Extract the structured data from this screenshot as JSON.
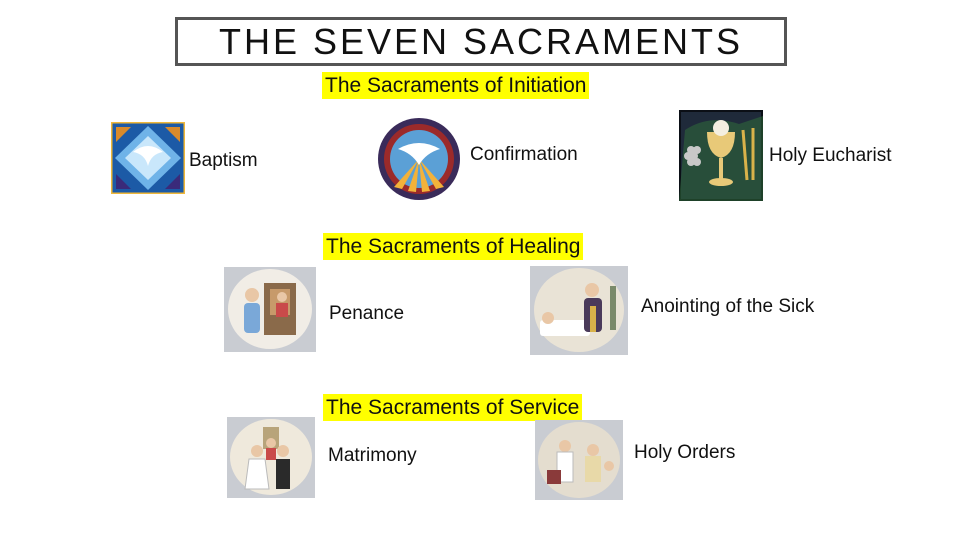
{
  "title": "THE SEVEN SACRAMENTS",
  "sections": {
    "initiation": "The Sacraments of Initiation",
    "healing": "The Sacraments of Healing",
    "service": "The Sacraments of Service"
  },
  "sacraments": {
    "baptism": "Baptism",
    "confirmation": "Confirmation",
    "eucharist": "Holy Eucharist",
    "penance": "Penance",
    "anointing": "Anointing of the Sick",
    "matrimony": "Matrimony",
    "orders": "Holy Orders"
  },
  "colors": {
    "highlight": "#ffff00",
    "title_border": "#555555"
  }
}
